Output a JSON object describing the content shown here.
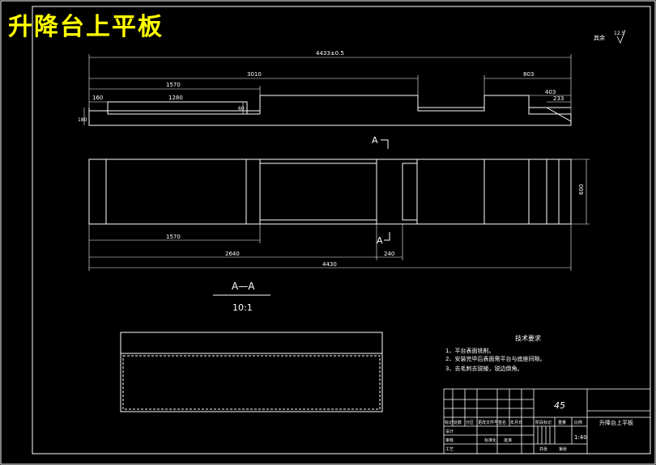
{
  "title": "升降台上平板",
  "roughness": {
    "label": "其余",
    "value": "12.5"
  },
  "top_view": {
    "dims": {
      "overall": "4433±0.5",
      "d3010": "3010",
      "d1570": "1570",
      "d160": "160",
      "d1280": "1280",
      "d60": "60",
      "d803": "803",
      "d403": "403",
      "d233": "233",
      "d180": "180"
    }
  },
  "front_view": {
    "dims": {
      "d1570": "1570",
      "d2640": "2640",
      "d240": "240",
      "d4430": "4430",
      "d600": "600"
    },
    "section_mark": "A"
  },
  "section": {
    "label": "A—A",
    "scale": "10:1"
  },
  "notes": {
    "title": "技术要求",
    "items": [
      "1、平台表面铣削。",
      "2、安装完毕后表面需平台与底座间隙。",
      "3、去毛刺去锐棱，锐边倒角。"
    ]
  },
  "title_block": {
    "material": "45",
    "drawing_name": "升降台上平板",
    "scale_value": "1:40",
    "row_labels": [
      "标记",
      "处数",
      "分区",
      "更改文件号",
      "签名",
      "年月日"
    ],
    "col_labels": [
      "阶段标记",
      "重量",
      "比例"
    ],
    "side_labels": [
      "设计",
      "审核",
      "工艺"
    ],
    "bottom_labels": [
      "共张",
      "第张"
    ],
    "std_labels": [
      "标准化",
      "批准"
    ]
  }
}
